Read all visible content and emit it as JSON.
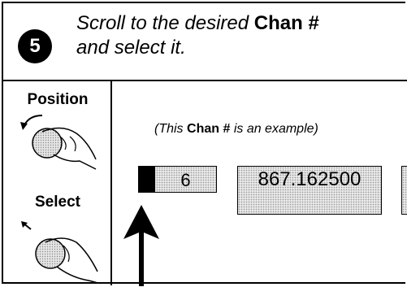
{
  "header": {
    "step_number": "5",
    "line1_prefix": "Scroll to the desired",
    "line1_bold": "Chan #",
    "line2": "and select it."
  },
  "sidebar": {
    "position_label": "Position",
    "select_label": "Select"
  },
  "main": {
    "example_prefix": "(This",
    "example_bold": "Chan #",
    "example_suffix": "is an example)",
    "channel_value": "6",
    "frequency_value": "867.162500"
  },
  "icons": {
    "position_knob": "knob-rotate-icon",
    "select_knob": "knob-press-icon",
    "pointer": "up-arrow-icon"
  }
}
